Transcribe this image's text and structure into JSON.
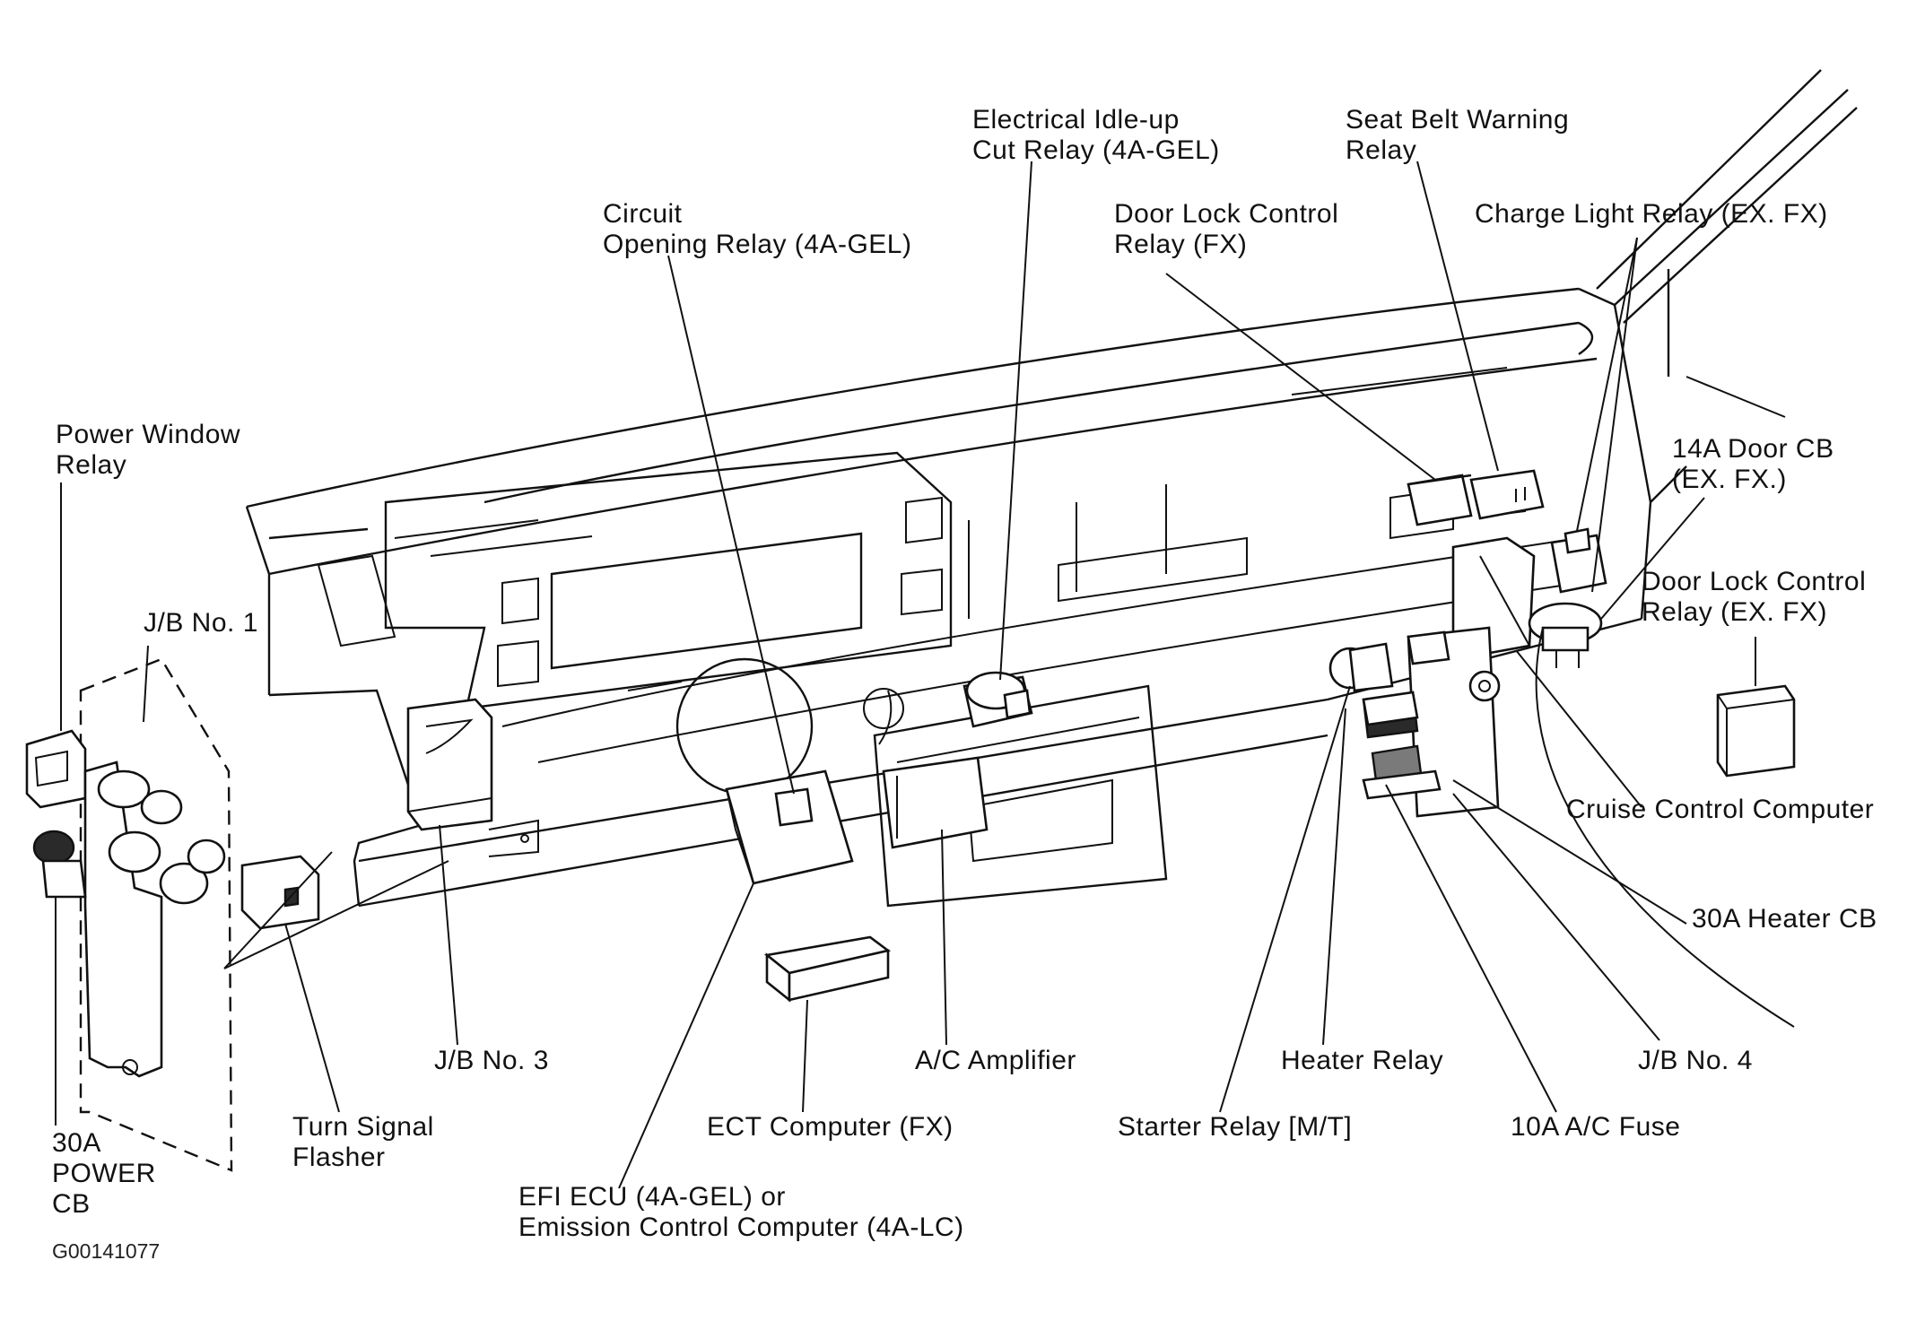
{
  "diagram": {
    "figure_code": "G00141077",
    "labels": {
      "power_window_relay": [
        "Power Window",
        "Relay"
      ],
      "jb_no1": [
        "J/B No. 1"
      ],
      "power_cb_30a": [
        "30A",
        "POWER",
        "CB"
      ],
      "turn_signal_flasher": [
        "Turn Signal",
        "Flasher"
      ],
      "jb_no3": [
        "J/B No. 3"
      ],
      "circuit_opening_relay": [
        "Circuit",
        "Opening Relay (4A-GEL)"
      ],
      "efi_ecu": [
        "EFI ECU (4A-GEL) or",
        "Emission Control Computer (4A-LC)"
      ],
      "ect_computer": [
        "ECT Computer (FX)"
      ],
      "electrical_idle_up_cut_relay": [
        "Electrical Idle-up",
        "Cut Relay (4A-GEL)"
      ],
      "ac_amplifier": [
        "A/C Amplifier"
      ],
      "door_lock_control_relay_fx": [
        "Door Lock Control",
        "Relay (FX)"
      ],
      "seat_belt_warning_relay": [
        "Seat Belt Warning",
        "Relay"
      ],
      "charge_light_relay": [
        "Charge Light Relay (EX. FX)"
      ],
      "door_cb_14a": [
        "14A Door CB",
        "(EX. FX.)"
      ],
      "door_lock_control_relay_ex_fx": [
        "Door Lock Control",
        "Relay (EX. FX)"
      ],
      "cruise_control_computer": [
        "Cruise Control Computer"
      ],
      "heater_cb_30a": [
        "30A Heater CB"
      ],
      "jb_no4": [
        "J/B No. 4"
      ],
      "heater_relay": [
        "Heater Relay"
      ],
      "starter_relay": [
        "Starter Relay [M/T]"
      ],
      "ac_fuse_10a": [
        "10A A/C Fuse"
      ]
    }
  }
}
